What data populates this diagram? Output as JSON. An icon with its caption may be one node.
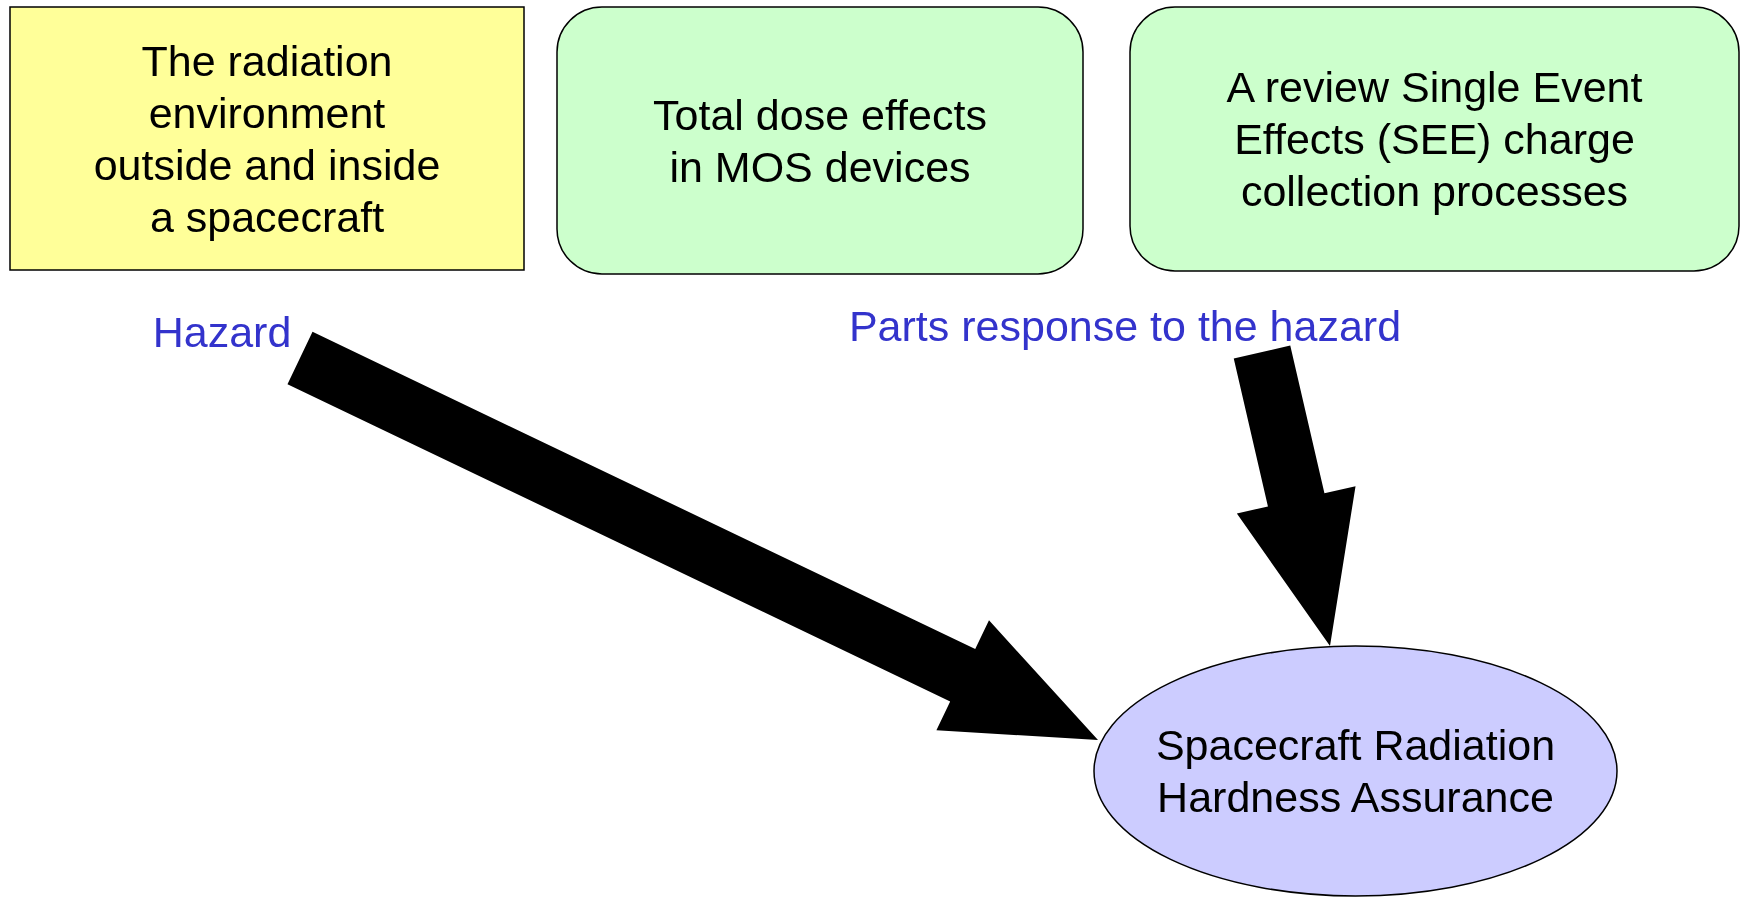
{
  "diagram": {
    "nodes": [
      {
        "text": [
          "The radiation environment outside and inside a spacecraft"
        ]
      },
      {
        "text": [
          "Total dose effects in MOS devices"
        ]
      },
      {
        "text": [
          "A review Single Event Effects (SEE) charge collection processes"
        ]
      },
      {
        "text": [
          "Hazard"
        ]
      },
      {
        "text": [
          "Parts response to the hazard"
        ]
      },
      {
        "text": [
          "Spacecraft Radiation Hardness Assurance"
        ]
      }
    ],
    "edges": [
      {
        "from": 3,
        "to": 5,
        "arrow": "to"
      },
      {
        "from": 4,
        "to": 5,
        "arrow": "to"
      }
    ]
  }
}
